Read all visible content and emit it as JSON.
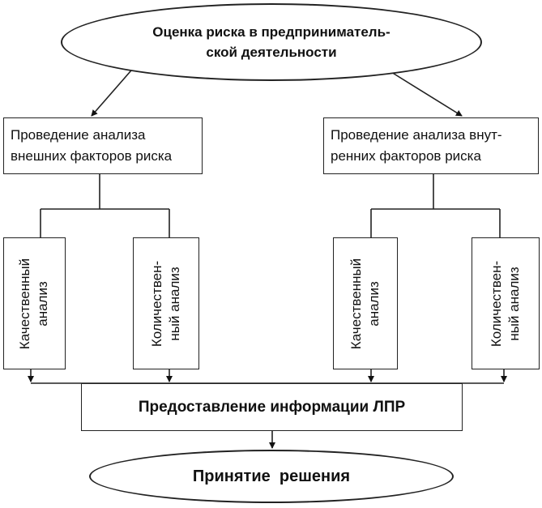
{
  "diagram": {
    "root": "Оценка риска в предприниматель-\nской деятельности",
    "external": {
      "title": "Проведение анализа\nвнешних факторов риска",
      "qualitative": "Качественный\nанализ",
      "quantitative": "Количествен-\nный анализ"
    },
    "internal": {
      "title": "Проведение анализа внут-\nренних факторов риска",
      "qualitative": "Качественный\nанализ",
      "quantitative": "Количествен-\nный анализ"
    },
    "info": "Предоставление информации ЛПР",
    "decision": "Принятие  решения"
  }
}
